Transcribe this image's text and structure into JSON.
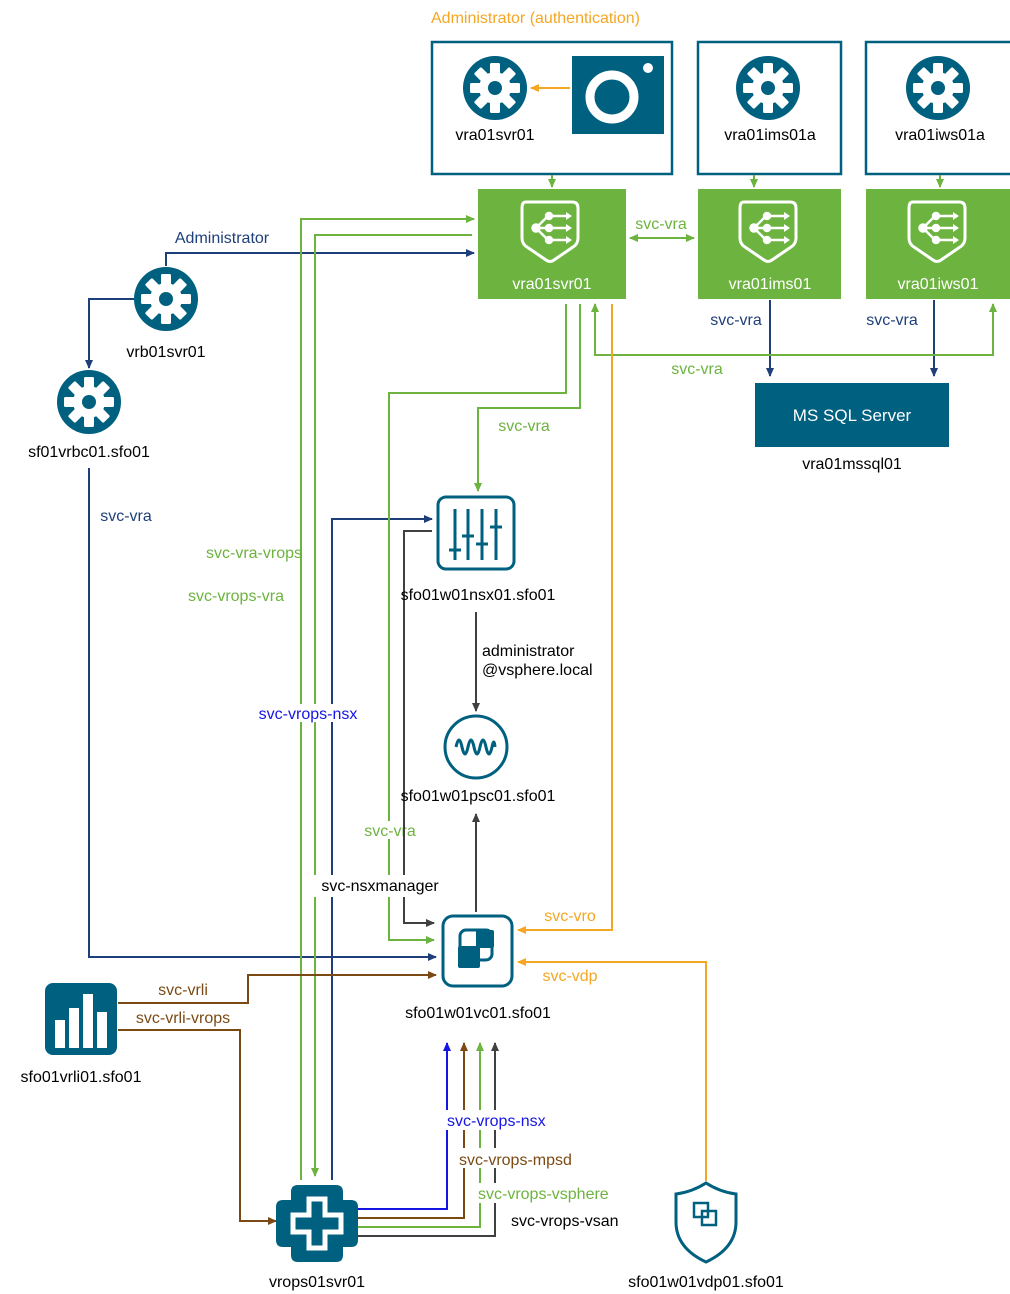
{
  "colors": {
    "green": "#6db33f",
    "navy": "#1f3f7a",
    "orange": "#f5a623",
    "brown": "#7b4a14",
    "blue": "#1515e6",
    "dark": "#404040",
    "teal": "#00607f",
    "box_border": "#00607f"
  },
  "nodes": {
    "vra_proxy_label": "vra01svr01",
    "vra_appliance_label": "vra01svr01",
    "ims_proxy_label": "vra01ims01",
    "ims_host_label": "vra01ims01a",
    "iws_proxy_label": "vra01iws01",
    "iws_host_label": "vra01iws01a",
    "vrb_label": "vrb01svr01",
    "vrbc_label": "sf01vrbc01.sfo01",
    "nsx_label": "sfo01w01nsx01.sfo01",
    "psc_label": "sfo01w01psc01.sfo01",
    "vc_label": "sfo01w01vc01.sfo01",
    "vrli_label": "sfo01vrli01.sfo01",
    "vrops_label": "vrops01svr01",
    "vdp_label": "sfo01w01vdp01.sfo01",
    "mssql_box": "MS SQL Server",
    "mssql_label": "vra01mssql01"
  },
  "edge_labels": {
    "admin_auth": "Administrator (authentication)",
    "administrator": "Administrator",
    "svc_vra_ims": "svc-vra",
    "svc_vra_ims_down": "svc-vra",
    "svc_vra_iws_down": "svc-vra",
    "svc_vra_mssql": "svc-vra",
    "svc_vra_nsx": "svc-vra",
    "svc_vra_vrbc": "svc-vra",
    "svc_vra_vrops": "svc-vra-vrops",
    "svc_vrops_vra": "svc-vrops-vra",
    "svc_vrops_nsx": "svc-vrops-nsx",
    "admin_vsphere_1": "administrator",
    "admin_vsphere_2": "@vsphere.local",
    "svc_vra_vc": "svc-vra",
    "svc_nsxmanager": "svc-nsxmanager",
    "svc_vro": "svc-vro",
    "svc_vdp": "svc-vdp",
    "svc_vrli": "svc-vrli",
    "svc_vrli_vrops": "svc-vrli-vrops",
    "svc_vrops_nsx_bottom": "svc-vrops-nsx",
    "svc_vrops_mpsd": "svc-vrops-mpsd",
    "svc_vrops_vsphere": "svc-vrops-vsphere",
    "svc_vrops_vsan": "svc-vrops-vsan"
  }
}
